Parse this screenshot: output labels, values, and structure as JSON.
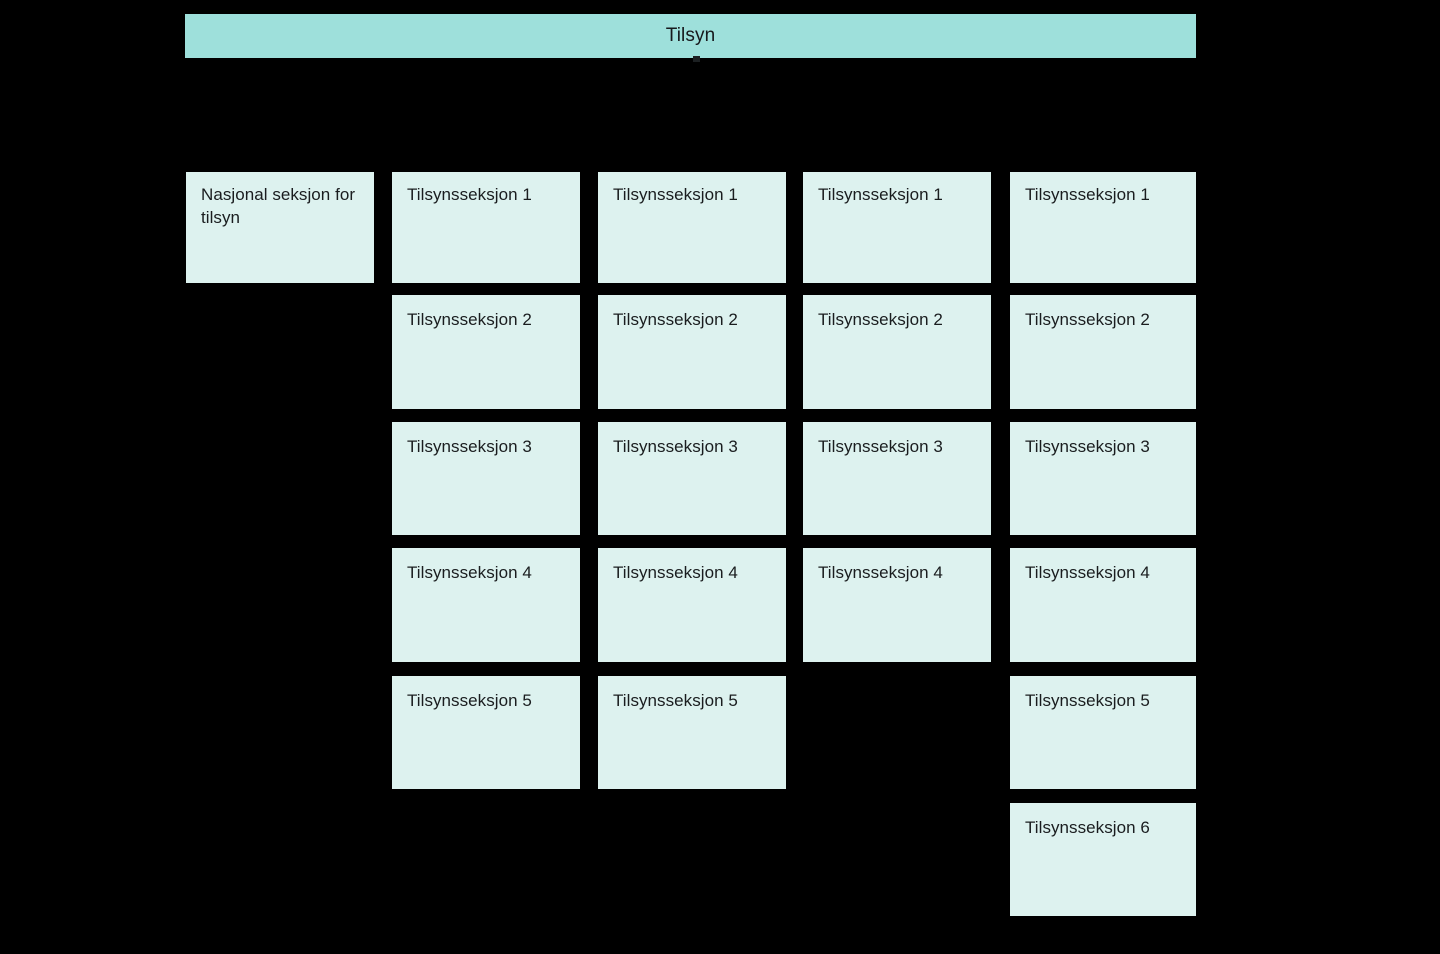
{
  "diagram": {
    "type": "org-chart",
    "background_color": "#000000",
    "header": {
      "title": "Tilsyn",
      "fill_color": "#9ee0db",
      "text_color": "#17191c"
    },
    "node_style": {
      "fill_color": "#ddf2ef",
      "text_color": "#1a1d1f"
    },
    "columns": [
      {
        "id": "national",
        "nodes": [
          {
            "label": "Nasjonal seksjon for tilsyn",
            "row": 1
          }
        ]
      },
      {
        "id": "region-1",
        "nodes": [
          {
            "label": "Tilsynsseksjon 1",
            "row": 1
          },
          {
            "label": "Tilsynsseksjon 2",
            "row": 2
          },
          {
            "label": "Tilsynsseksjon 3",
            "row": 3
          },
          {
            "label": "Tilsynsseksjon 4",
            "row": 4
          },
          {
            "label": "Tilsynsseksjon 5",
            "row": 5
          }
        ]
      },
      {
        "id": "region-2",
        "nodes": [
          {
            "label": "Tilsynsseksjon 1",
            "row": 1
          },
          {
            "label": "Tilsynsseksjon 2",
            "row": 2
          },
          {
            "label": "Tilsynsseksjon 3",
            "row": 3
          },
          {
            "label": "Tilsynsseksjon 4",
            "row": 4
          },
          {
            "label": "Tilsynsseksjon 5",
            "row": 5
          }
        ]
      },
      {
        "id": "region-3",
        "nodes": [
          {
            "label": "Tilsynsseksjon 1",
            "row": 1
          },
          {
            "label": "Tilsynsseksjon 2",
            "row": 2
          },
          {
            "label": "Tilsynsseksjon 3",
            "row": 3
          },
          {
            "label": "Tilsynsseksjon 4",
            "row": 4
          }
        ]
      },
      {
        "id": "region-4",
        "nodes": [
          {
            "label": "Tilsynsseksjon 1",
            "row": 1
          },
          {
            "label": "Tilsynsseksjon 2",
            "row": 2
          },
          {
            "label": "Tilsynsseksjon 3",
            "row": 3
          },
          {
            "label": "Tilsynsseksjon 4",
            "row": 4
          },
          {
            "label": "Tilsynsseksjon 5",
            "row": 5
          },
          {
            "label": "Tilsynsseksjon 6",
            "row": 6
          }
        ]
      }
    ]
  }
}
